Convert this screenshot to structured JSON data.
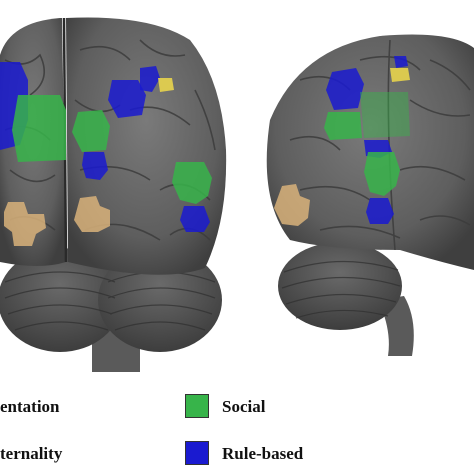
{
  "legend": {
    "items": [
      {
        "label": "entation",
        "color": "#d8b27a"
      },
      {
        "label": "ternality",
        "color": "#e8d44d"
      },
      {
        "label": "Social",
        "color": "#37b44a"
      },
      {
        "label": "Rule-based",
        "color": "#1a1ad0"
      }
    ]
  },
  "colors": {
    "background": "#ffffff",
    "brain_tissue": "#6d6d6d",
    "social": "#37b44a",
    "rule_based": "#1a1ad0",
    "orientation": "#d8b27a",
    "externality": "#e8d44d"
  },
  "views": [
    "posterior-view",
    "lateral-view"
  ]
}
